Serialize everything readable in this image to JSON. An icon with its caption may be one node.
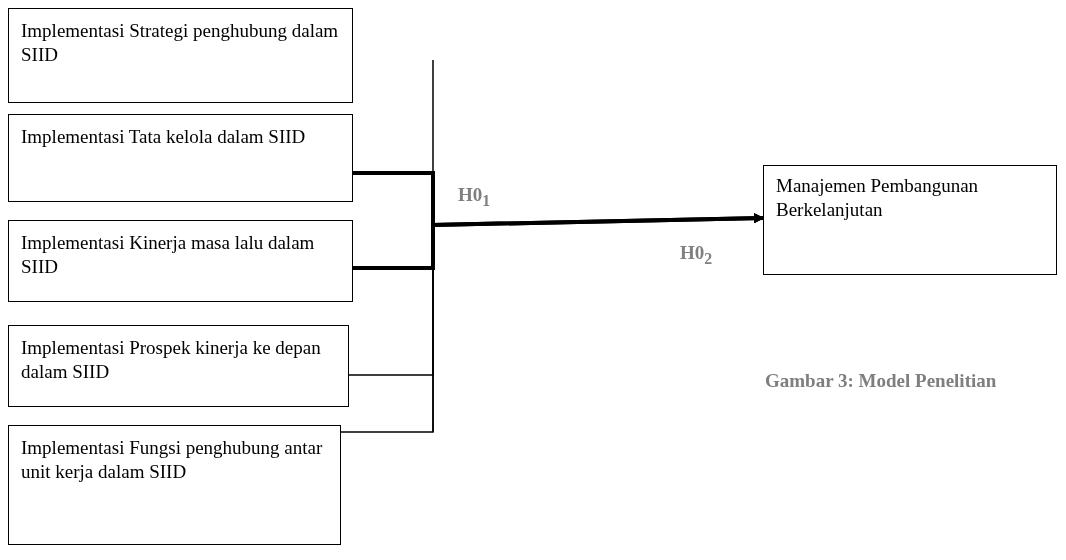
{
  "diagram": {
    "caption": "Gambar 3: Model Penelitian",
    "nodes": [
      {
        "text": [
          "Implementasi Strategi penghubung dalam SIID"
        ]
      },
      {
        "text": [
          "Implementasi Tata kelola dalam SIID"
        ]
      },
      {
        "text": [
          "Implementasi Kinerja masa lalu dalam SIID"
        ]
      },
      {
        "text": [
          "Implementasi Prospek kinerja ke depan dalam SIID"
        ]
      },
      {
        "text": [
          "Implementasi Fungsi penghubung antar unit kerja dalam SIID"
        ]
      },
      {
        "text": [
          "Manajemen Pembangunan Berkelanjutan"
        ]
      }
    ],
    "edges": [
      {
        "from": 1,
        "to": 5,
        "arrow": "to",
        "style": "thick"
      },
      {
        "from": 2,
        "to": 5,
        "arrow": "to",
        "style": "thick"
      },
      {
        "from": 3,
        "to": 5,
        "arrow": "to"
      },
      {
        "from": 4,
        "to": 5,
        "arrow": "to"
      }
    ],
    "labels": [
      "H0$_{1}$",
      "H0$_{2}$"
    ]
  }
}
